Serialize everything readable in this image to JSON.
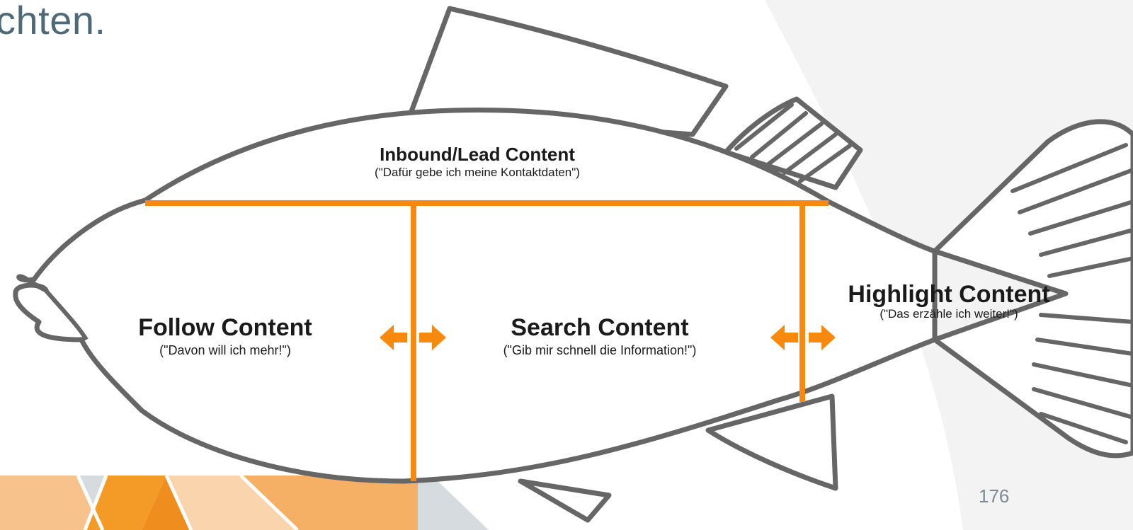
{
  "heading": {
    "text_fragment": "chten."
  },
  "diagram": {
    "sections": {
      "inbound": {
        "title": "Inbound/Lead Content",
        "subtitle": "(\"Dafür gebe ich meine Kontaktdaten\")"
      },
      "follow": {
        "title": "Follow Content",
        "subtitle": "(\"Davon will ich mehr!\")"
      },
      "search": {
        "title": "Search Content",
        "subtitle": "(\"Gib mir schnell die Information!\")"
      },
      "highlight": {
        "title": "Highlight Content",
        "subtitle": "(\"Das erzähle ich weiter!\")"
      }
    },
    "colors": {
      "accent_orange": "#f7890f",
      "fish_outline": "#666666",
      "fish_fill": "#ffffff",
      "background_arc": "#f3f3f3",
      "heading": "#4e6a78"
    },
    "icons": [
      "arrow-left-icon",
      "arrow-right-icon"
    ]
  },
  "footer": {
    "page_number": "176"
  }
}
